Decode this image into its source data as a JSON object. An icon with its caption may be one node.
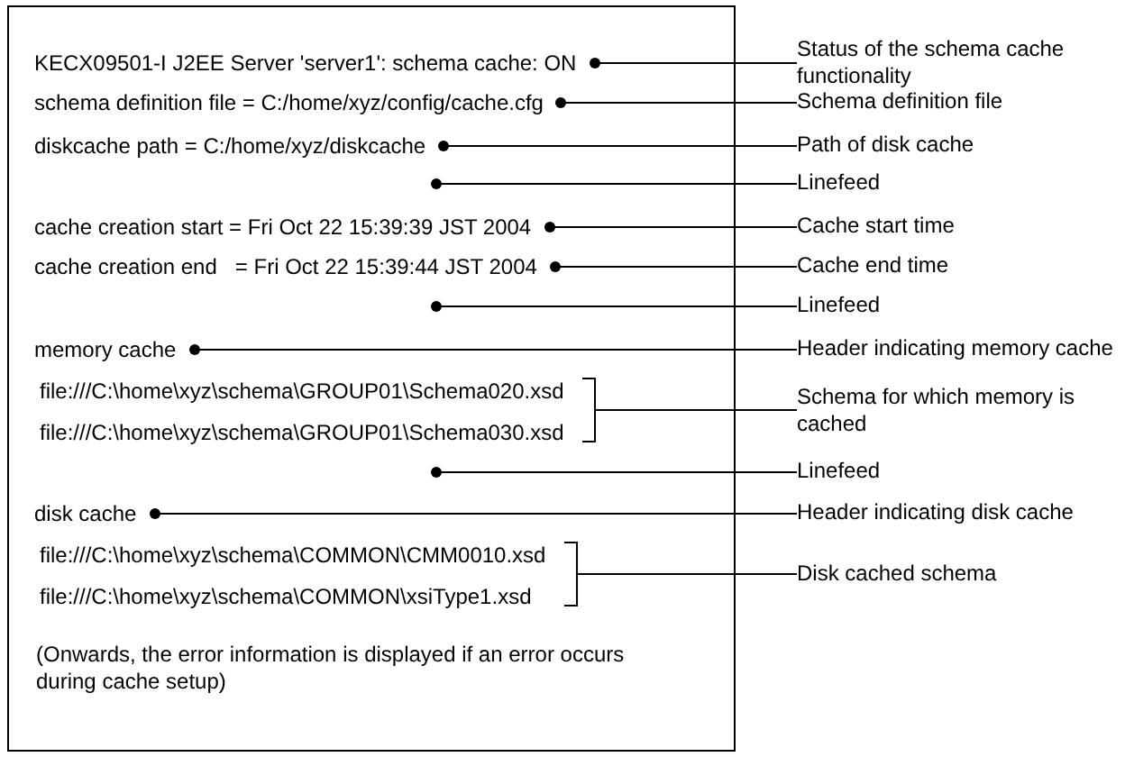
{
  "diagram": {
    "nodes": [
      {
        "text": [],
        "shape": "box"
      },
      {
        "text": [
          "KECX09501-I J2EE Server 'server1': schema cache: ON"
        ],
        "in": 0
      },
      {
        "text": [
          "schema definition file = C:/home/xyz/config/cache.cfg"
        ],
        "in": 0
      },
      {
        "text": [
          "diskcache path = C:/home/xyz/diskcache"
        ],
        "in": 0
      },
      {
        "text": [],
        "shape": "circle",
        "in": 0
      },
      {
        "text": [
          "cache creation start = Fri Oct 22 15:39:39 JST 2004"
        ],
        "in": 0
      },
      {
        "text": [
          "cache creation end   = Fri Oct 22 15:39:44 JST 2004"
        ],
        "in": 0
      },
      {
        "text": [],
        "shape": "circle",
        "in": 0
      },
      {
        "text": [
          "memory cache"
        ],
        "in": 0
      },
      {
        "text": [
          "file:///C:\\home\\xyz\\schema\\GROUP01\\Schema020.xsd"
        ],
        "in": 0
      },
      {
        "text": [
          "file:///C:\\home\\xyz\\schema\\GROUP01\\Schema030.xsd"
        ],
        "in": 0
      },
      {
        "text": [],
        "shape": "circle",
        "in": 0
      },
      {
        "text": [
          "disk cache"
        ],
        "in": 0
      },
      {
        "text": [
          "file:///C:\\home\\xyz\\schema\\COMMON\\CMM0010.xsd"
        ],
        "in": 0
      },
      {
        "text": [
          "file:///C:\\home\\xyz\\schema\\COMMON\\xsiType1.xsd"
        ],
        "in": 0
      },
      {
        "text": [
          "Status of the schema cache functionality"
        ]
      },
      {
        "text": [
          "Schema definition file"
        ]
      },
      {
        "text": [
          "Path of disk cache"
        ]
      },
      {
        "text": [
          "Linefeed"
        ]
      },
      {
        "text": [
          "Cache start time"
        ]
      },
      {
        "text": [
          "Cache end time"
        ]
      },
      {
        "text": [
          "Linefeed"
        ]
      },
      {
        "text": [
          "Header indicating memory cache"
        ]
      },
      {
        "text": [
          "Schema for which memory is cached"
        ]
      },
      {
        "text": [
          "Linefeed"
        ]
      },
      {
        "text": [
          "Header indicating disk cache"
        ]
      },
      {
        "text": [
          "Disk cached schema"
        ]
      }
    ],
    "edges": [
      {
        "from": 15,
        "to": 1,
        "arrow": "other"
      },
      {
        "from": 16,
        "to": 2,
        "arrow": "other"
      },
      {
        "from": 17,
        "to": 3,
        "arrow": "other"
      },
      {
        "from": 18,
        "to": 4,
        "arrow": "none"
      },
      {
        "from": 19,
        "to": 5,
        "arrow": "other"
      },
      {
        "from": 20,
        "to": 6,
        "arrow": "other"
      },
      {
        "from": 21,
        "to": 7,
        "arrow": "none"
      },
      {
        "from": 22,
        "to": 8,
        "arrow": "other"
      },
      {
        "from": 23,
        "to": 9,
        "arrow": "none"
      },
      {
        "from": 23,
        "to": 10,
        "arrow": "none"
      },
      {
        "from": 24,
        "to": 11,
        "arrow": "none"
      },
      {
        "from": 25,
        "to": 12,
        "arrow": "other"
      },
      {
        "from": 26,
        "to": 13,
        "arrow": "none"
      },
      {
        "from": 26,
        "to": 14,
        "arrow": "none"
      }
    ],
    "labels": [
      "(Onwards, the error information is displayed if an error occurs during cache setup)"
    ]
  }
}
